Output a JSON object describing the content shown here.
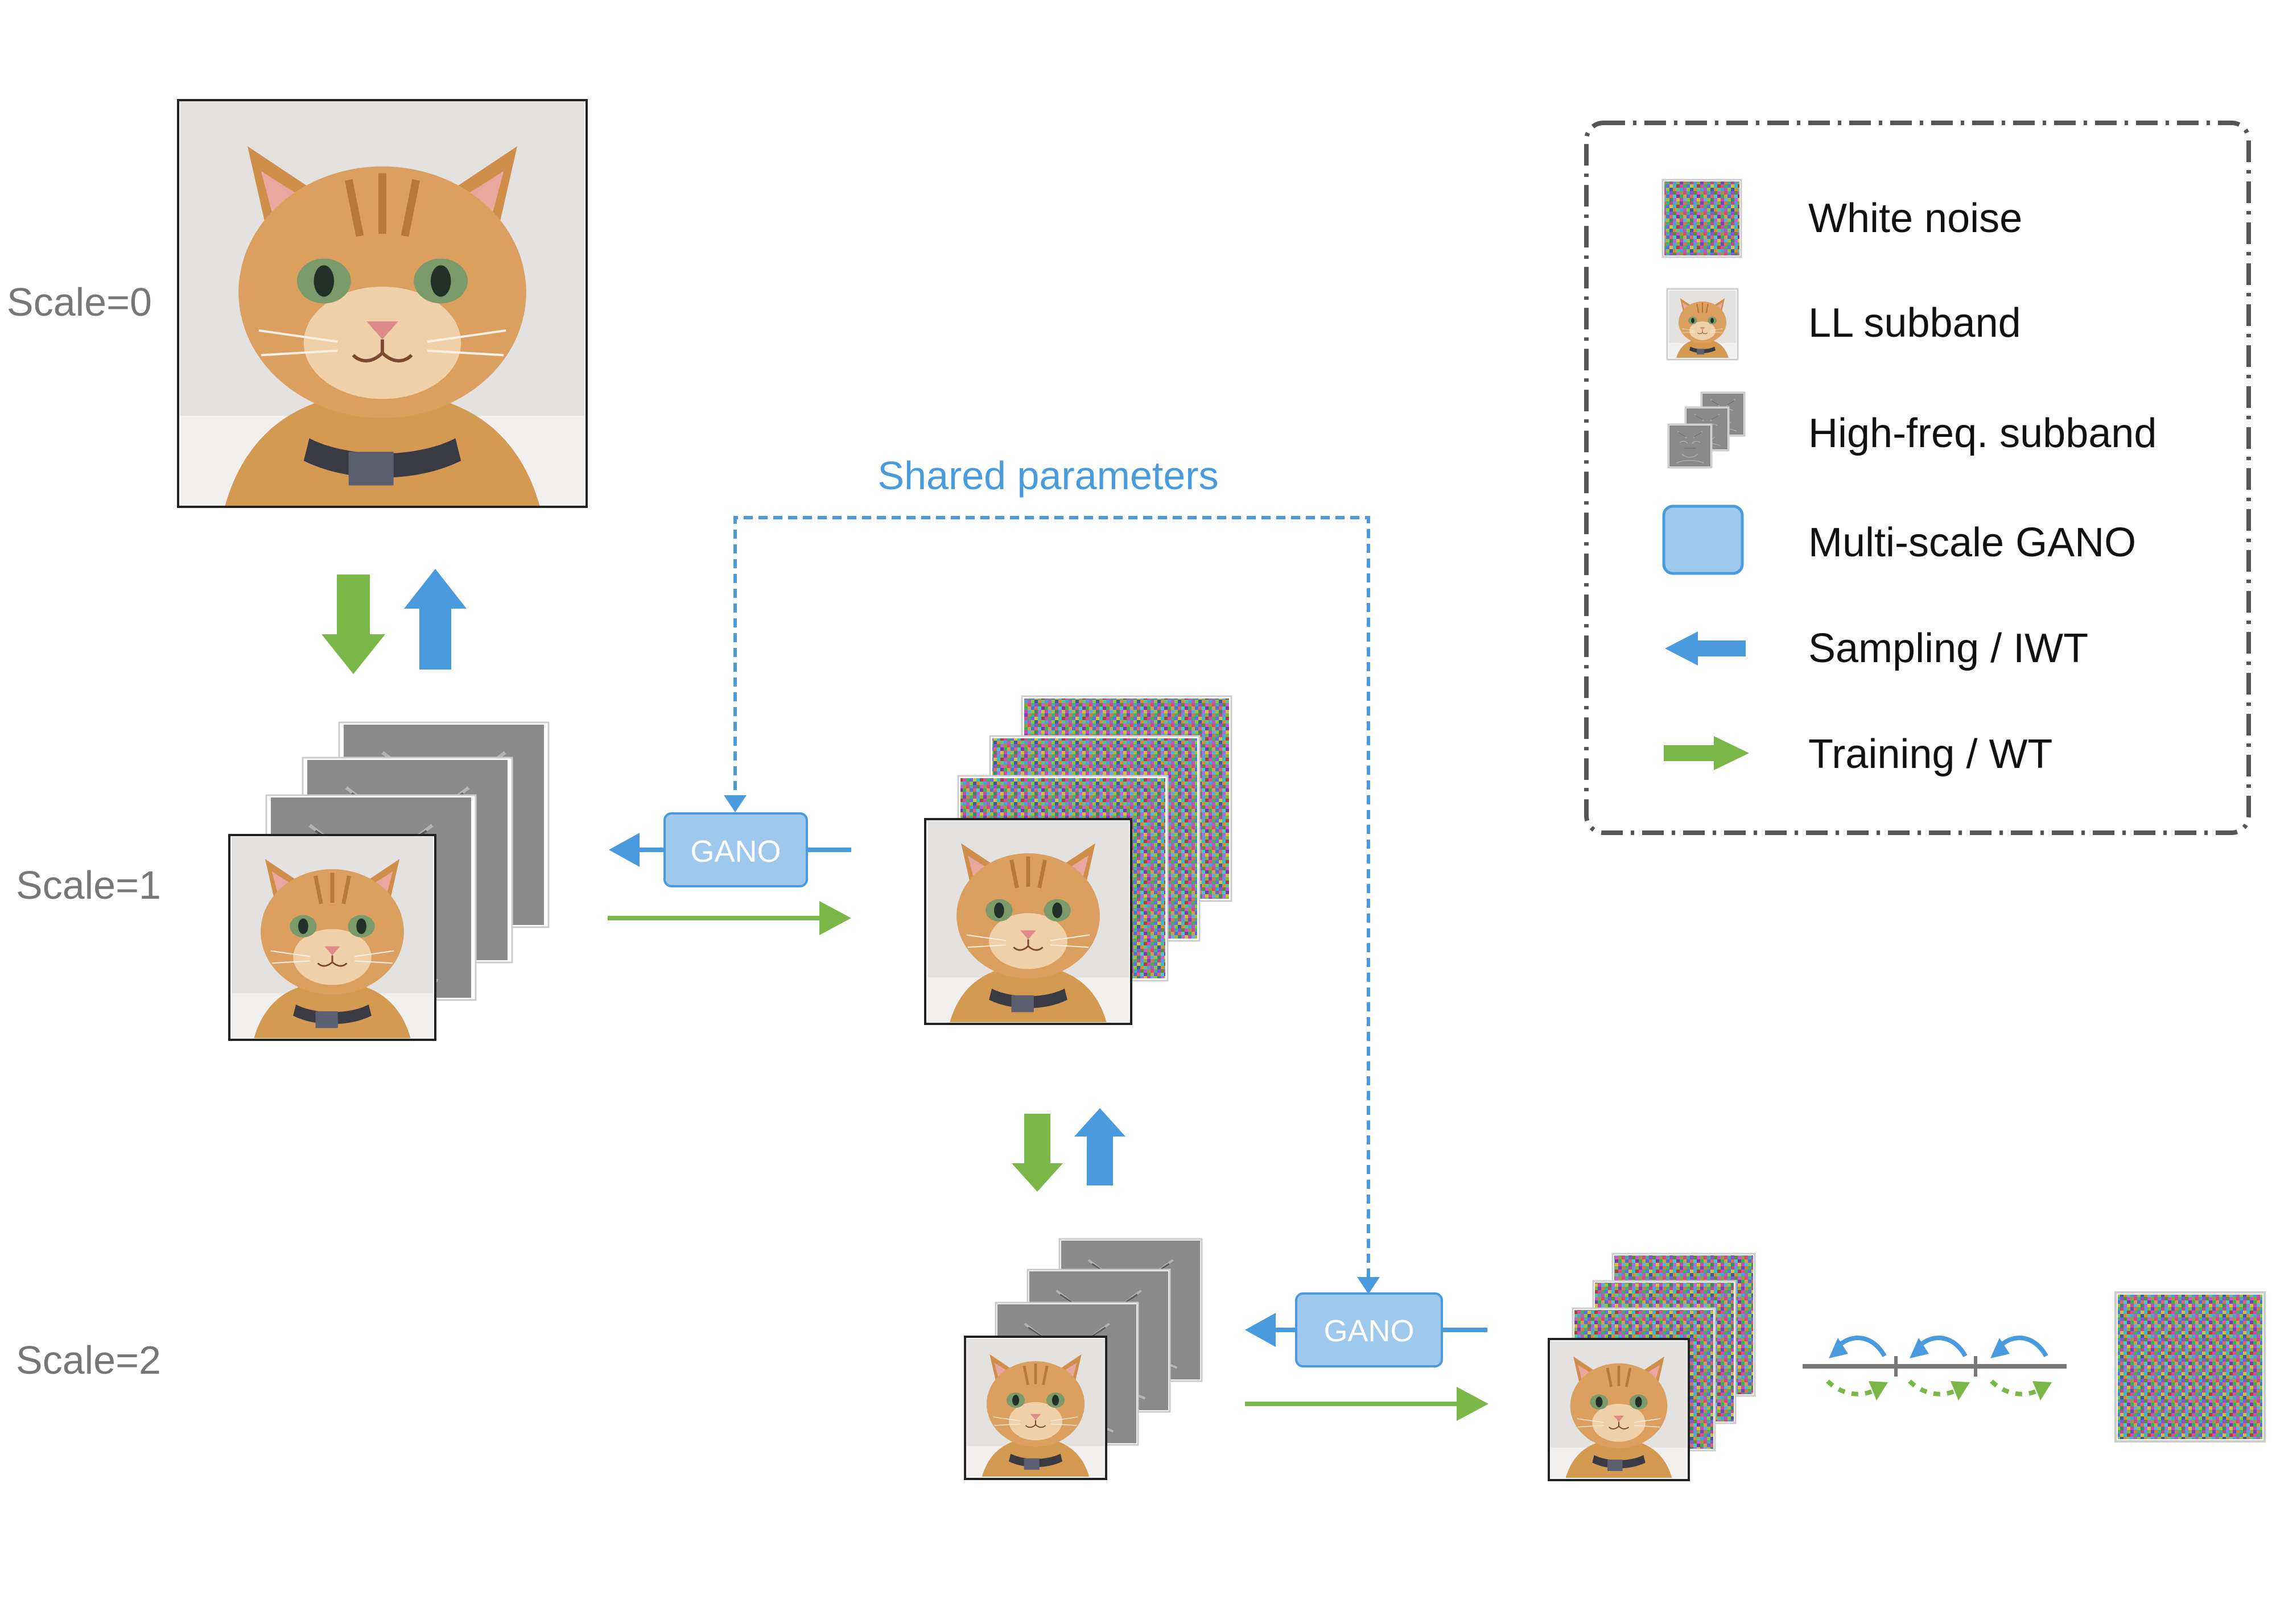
{
  "scale_labels": [
    "Scale=0",
    "Scale=1",
    "Scale=2"
  ],
  "shared_label": "Shared parameters",
  "gano_label": "GANO",
  "legend": [
    {
      "icon": "white-noise-icon",
      "label": "White noise"
    },
    {
      "icon": "ll-subband-icon",
      "label": "LL subband"
    },
    {
      "icon": "high-freq-subband-icon",
      "label": "High-freq. subband"
    },
    {
      "icon": "gano-box-icon",
      "label": "Multi-scale GANO"
    },
    {
      "icon": "blue-arrow-icon",
      "label": "Sampling / IWT"
    },
    {
      "icon": "green-arrow-icon",
      "label": "Training / WT"
    }
  ],
  "colors": {
    "blue": "#4a9ade",
    "green": "#7ab648",
    "gano_fill": "#9ec8ec",
    "gano_stroke": "#4a9ade",
    "label_gray": "#777777",
    "legend_border": "#555555"
  }
}
